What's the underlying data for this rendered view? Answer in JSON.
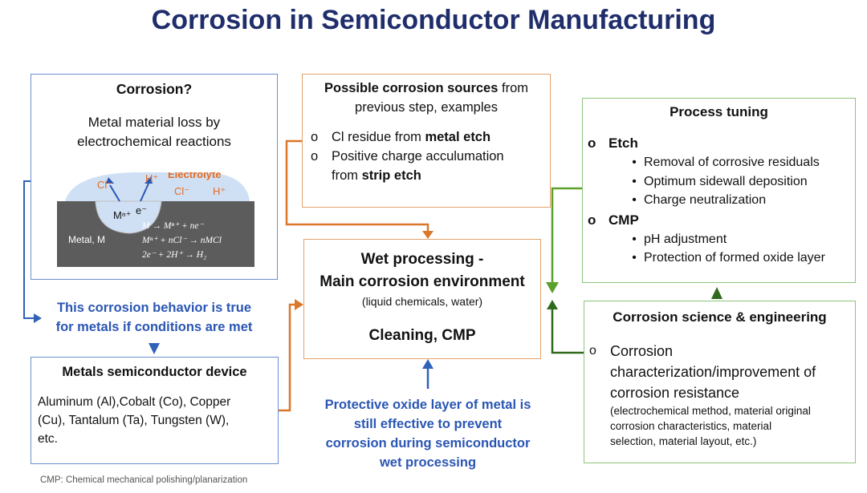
{
  "title": "Corrosion in Semiconductor Manufacturing",
  "corrosion_box": {
    "heading": "Corrosion?",
    "desc_line1": "Metal material loss by",
    "desc_line2": "electrochemical reactions",
    "illustration": {
      "electrolyte": "Electrolyte",
      "cl_minus_1": "Cl⁻",
      "h_plus_1": "H⁺",
      "cl_minus_2": "Cl⁻",
      "h_plus_2": "H⁺",
      "mn_plus": "Mⁿ⁺",
      "e_minus": "e⁻",
      "metal_label": "Metal, M",
      "eq1": "M → Mⁿ⁺ + ne⁻",
      "eq2": "Mⁿ⁺ + nCl⁻ → nMCl",
      "eq3": "2e⁻ + 2H⁺ → H₂"
    }
  },
  "behavior_note": {
    "line1": "This corrosion behavior is true",
    "line2": "for metals if conditions are met"
  },
  "metals_box": {
    "heading": "Metals semiconductor device",
    "line1": "Aluminum (Al),Cobalt (Co), Copper",
    "line2": "(Cu), Tantalum (Ta), Tungsten (W),",
    "line3": "etc."
  },
  "sources_box": {
    "heading_bold": "Possible corrosion sources",
    "heading_rest": " from",
    "heading_line2": "previous step, examples",
    "bullet": "o",
    "item1_text": "Cl residue from ",
    "item1_bold": "metal etch",
    "item2_line1": "Positive charge acculumation",
    "item2_text": "from ",
    "item2_bold": "strip etch"
  },
  "wet_box": {
    "line1": "Wet processing -",
    "line2": "Main corrosion environment",
    "line3": "(liquid chemicals, water)",
    "line4": "Cleaning, CMP"
  },
  "protective_note": {
    "line1": "Protective oxide layer of metal is",
    "line2": "still effective to prevent",
    "line3": "corrosion during semiconductor",
    "line4": "wet processing"
  },
  "tuning_box": {
    "heading": "Process tuning",
    "bullet": "o",
    "sub_bullet": "•",
    "etch_label": "Etch",
    "etch_items": [
      "Removal of corrosive residuals",
      "Optimum sidewall deposition",
      "Charge neutralization"
    ],
    "cmp_label": "CMP",
    "cmp_items": [
      "pH adjustment",
      "Protection of formed oxide layer"
    ]
  },
  "science_box": {
    "heading": "Corrosion science & engineering",
    "bullet": "o",
    "line1": "Corrosion",
    "line2": "characterization/improvement of",
    "line3": "corrosion resistance",
    "detail1": "(electrochemical method, material original",
    "detail2": "corrosion characteristics, material",
    "detail3": "selection, material layout, etc.)"
  },
  "footnote": "CMP: Chemical mechanical polishing/planarization",
  "colors": {
    "title": "#1f2d6b",
    "blue_text": "#2a56b3",
    "orange_arrow": "#d9772a",
    "green_arrow": "#5aa02c",
    "dark_green_arrow": "#2f6b1c",
    "blue_arrow": "#2f62b8"
  }
}
